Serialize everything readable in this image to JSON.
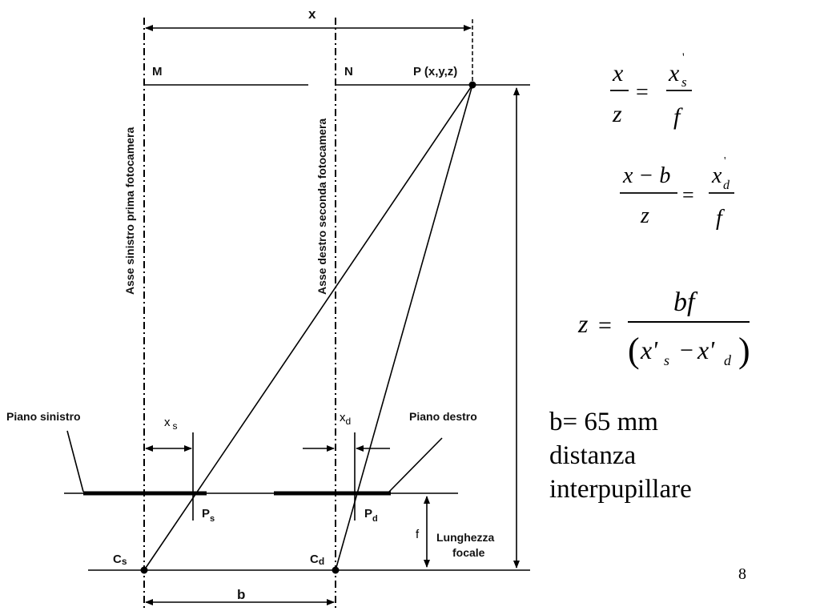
{
  "diagram": {
    "dimension_x": "x",
    "point_m": "M",
    "point_n": "N",
    "point_p": "P (x,y,z)",
    "axis_left": "Asse sinistro prima fotocamera",
    "axis_right": "Asse destro seconda fotocamera",
    "plane_left": "Piano sinistro",
    "plane_right": "Piano destro",
    "xs": {
      "base": "x",
      "sub": "s"
    },
    "xd": {
      "base": "x",
      "sub": "d"
    },
    "ps": {
      "base": "P",
      "sub": "s"
    },
    "pd": {
      "base": "P",
      "sub": "d"
    },
    "cs": {
      "base": "C",
      "sub": "s"
    },
    "cd": {
      "base": "C",
      "sub": "d"
    },
    "focal_symbol": "f",
    "focal_label_1": "Lunghezza",
    "focal_label_2": "focale",
    "baseline": "b"
  },
  "equations": {
    "eq1": {
      "num": "x",
      "den": "z",
      "eq": "=",
      "rnum": "x",
      "rsup": "'",
      "rsub": "s",
      "rden": "f"
    },
    "eq2": {
      "num": "x − b",
      "den": "z",
      "eq": "=",
      "rnum": "x",
      "rsup": "'",
      "rsub": "d",
      "rden": "f"
    },
    "eq3": {
      "lhs": "z",
      "eq": "=",
      "num": "bf",
      "lp": "(",
      "a": "x'",
      "asub": "s",
      "minus": "−",
      "c": "x'",
      "csub": "d",
      "rp": ")"
    }
  },
  "note": {
    "line1": "b= 65 mm",
    "line2": "distanza",
    "line3": "interpupillare"
  },
  "page_number": "8"
}
